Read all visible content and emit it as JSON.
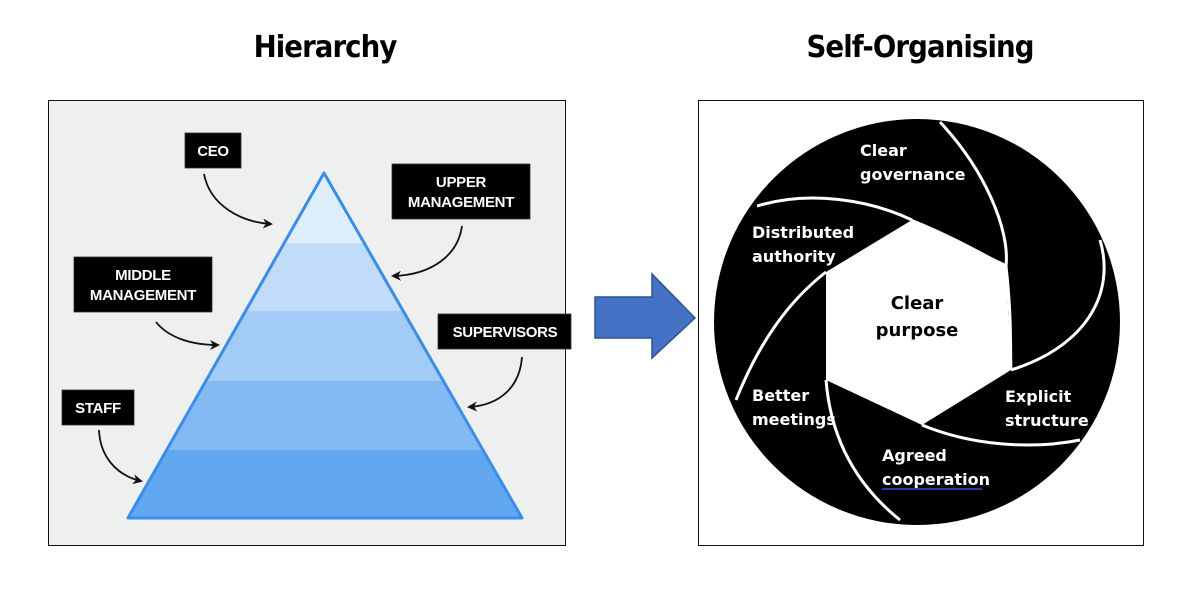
{
  "titles": {
    "left": "Hierarchy",
    "right": "Self-Organising"
  },
  "hierarchy": {
    "levels_top_to_bottom": [
      "CEO",
      "UPPER MANAGEMENT",
      "MIDDLE MANAGEMENT",
      "SUPERVISORS",
      "STAFF"
    ],
    "labels": {
      "ceo": "CEO",
      "upper_line1": "UPPER",
      "upper_line2": "MANAGEMENT",
      "middle_line1": "MIDDLE",
      "middle_line2": "MANAGEMENT",
      "supervisors": "SUPERVISORS",
      "staff": "STAFF"
    },
    "colors": {
      "layer1": "#ddeefc",
      "layer2": "#c1dcf8",
      "layer3": "#a2cbf5",
      "layer4": "#84baf4",
      "layer5": "#62a8f1",
      "outline": "#3a8ee8",
      "label_bg": "#000000",
      "panel_bg": "#eeefef"
    }
  },
  "transition_arrow": {
    "color": "#4472c4",
    "border": "#2f528f"
  },
  "self_organising": {
    "center": {
      "line1": "Clear",
      "line2": "purpose"
    },
    "segments": [
      {
        "line1": "Clear",
        "line2": "governance"
      },
      {
        "line1": "Explicit",
        "line2": "structure"
      },
      {
        "line1": "Agreed",
        "line2": "cooperation"
      },
      {
        "line1": "Better",
        "line2": "meetings"
      },
      {
        "line1": "Distributed",
        "line2": "authority"
      }
    ],
    "underline_color": "#1f3fa0"
  }
}
